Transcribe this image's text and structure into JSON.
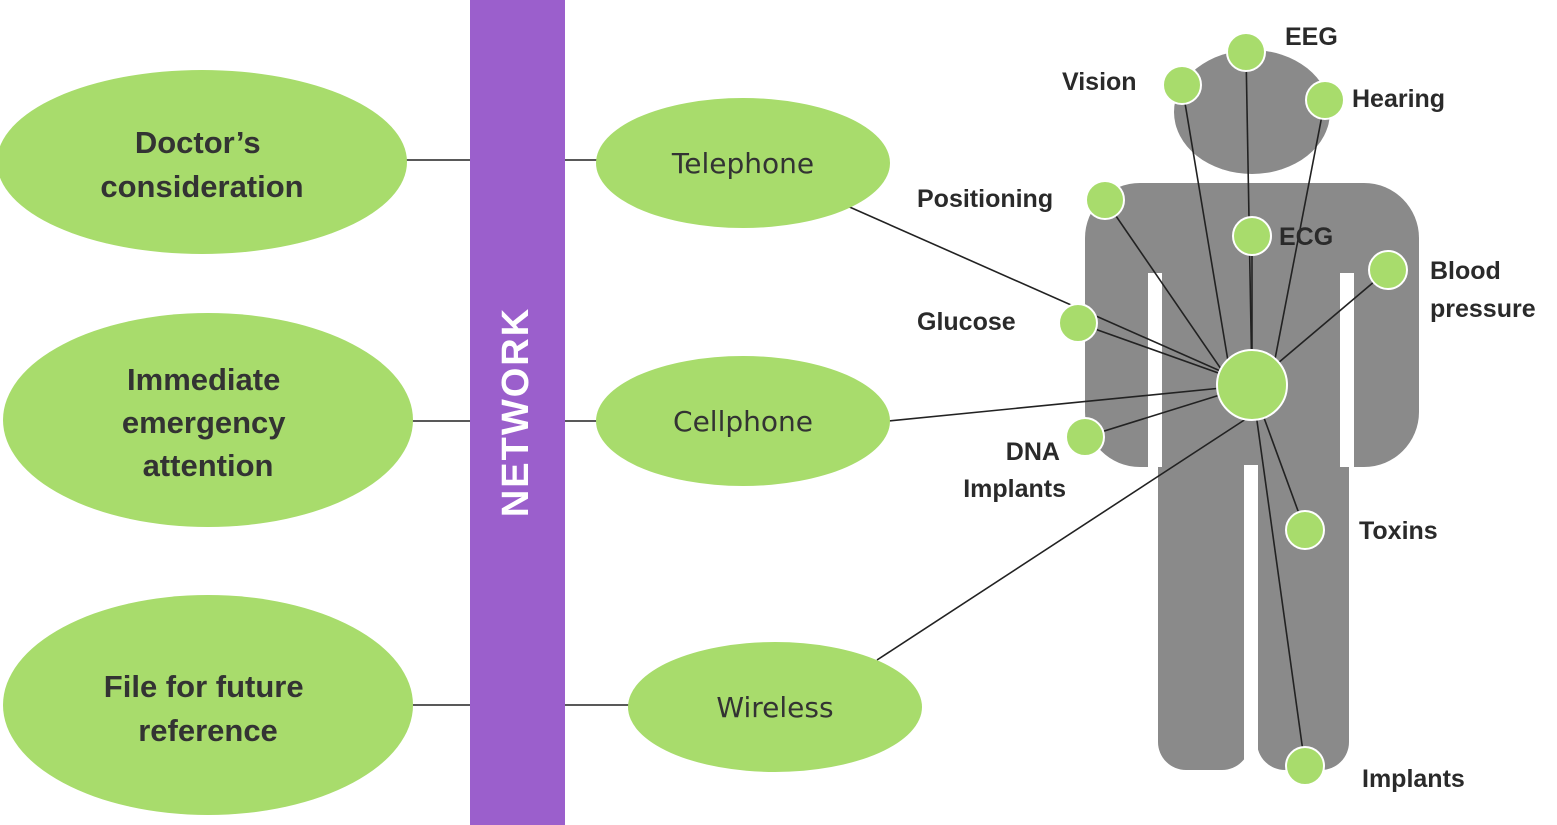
{
  "colors": {
    "ellipse_fill": "#a8dc6c",
    "network_bar": "#9b5fcc",
    "body_silhouette": "#8a8a8a",
    "line": "#222222"
  },
  "network": {
    "label": "NETWORK"
  },
  "actions": [
    {
      "lines": [
        "Doctor’s",
        "consideration"
      ]
    },
    {
      "lines": [
        "Immediate",
        "emergency",
        "attention"
      ]
    },
    {
      "lines": [
        "File for future",
        "reference"
      ]
    }
  ],
  "channels": [
    {
      "label": "Telephone"
    },
    {
      "label": "Cellphone"
    },
    {
      "label": "Wireless"
    }
  ],
  "sensors": {
    "eeg": "EEG",
    "vision": "Vision",
    "hearing": "Hearing",
    "positioning": "Positioning",
    "ecg": "ECG",
    "blood_pressure": [
      "Blood",
      "pressure"
    ],
    "glucose": "Glucose",
    "dna_implants": [
      "DNA",
      "Implants"
    ],
    "toxins": "Toxins",
    "implants": "Implants"
  }
}
